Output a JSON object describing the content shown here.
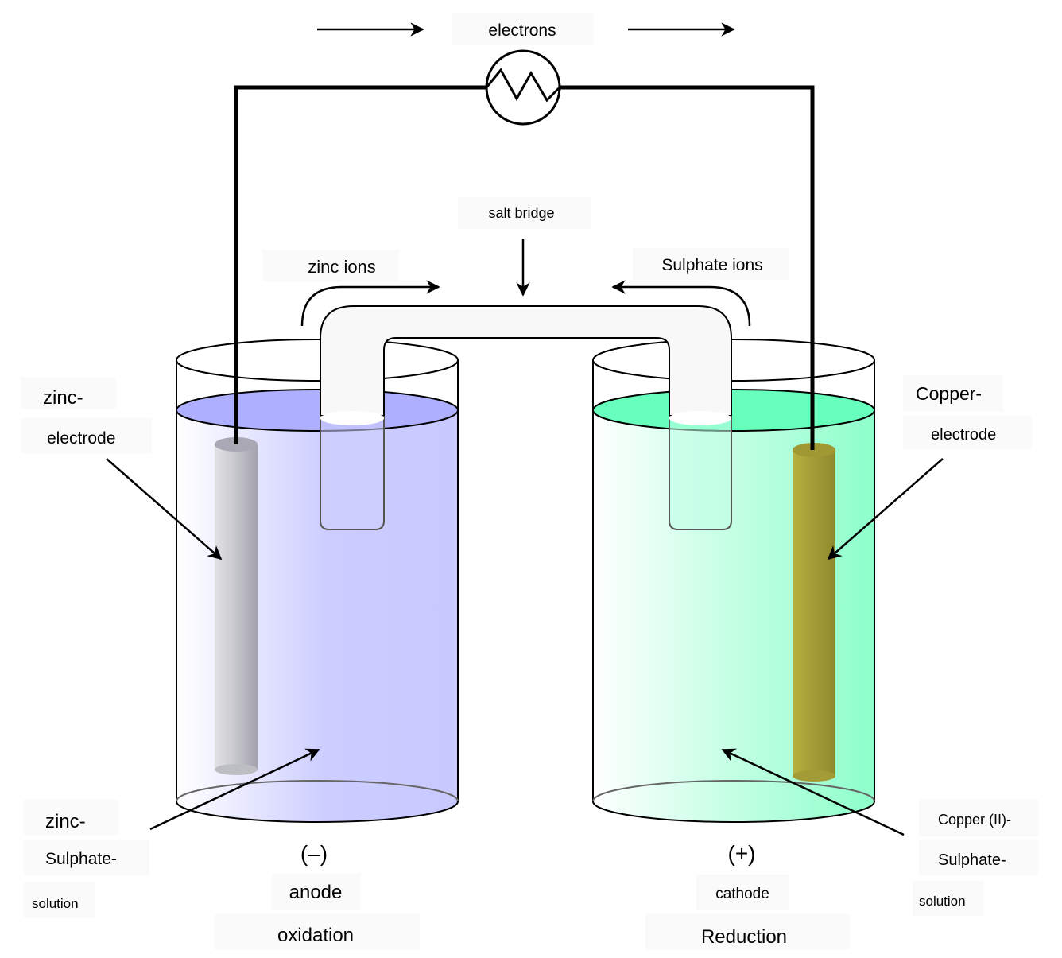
{
  "colors": {
    "zinc_solution_top": "#aeb0ff",
    "zinc_solution_body": "#cbccff",
    "copper_solution_top": "#66ffbb",
    "copper_solution_body": "#99ffd0",
    "zinc_electrode": "#a9a8b4",
    "copper_electrode": "#9f9833",
    "wire": "#000000",
    "salt_bridge": "#f8f8f8"
  },
  "icons": {
    "meter": "resistor-meter-icon",
    "arrow": "arrow-icon"
  },
  "labels": {
    "electrons": "electrons",
    "salt_bridge": "salt bridge",
    "zinc_ions": "zinc ions",
    "sulphate_ions": "Sulphate ions",
    "zinc_electrode_line1": "zinc-",
    "zinc_electrode_line2": "electrode",
    "copper_electrode_line1": "Copper-",
    "copper_electrode_line2": "electrode",
    "zinc_solution_line1": "zinc-",
    "zinc_solution_line2": "Sulphate-",
    "zinc_solution_line3": "solution",
    "copper_solution_line1": "Copper (II)-",
    "copper_solution_line2": "Sulphate-",
    "copper_solution_line3": "solution",
    "minus_sign": "(–)",
    "plus_sign": "(+)",
    "anode": "anode",
    "oxidation": "oxidation",
    "cathode": "cathode",
    "reduction": "Reduction"
  }
}
